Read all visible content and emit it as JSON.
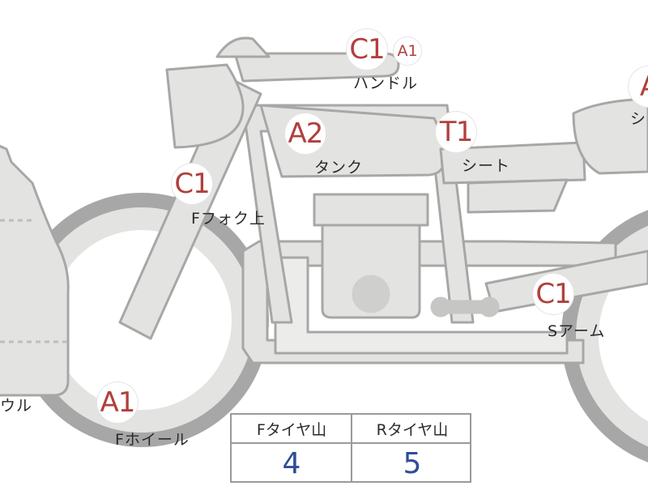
{
  "markers": {
    "handle": "C1",
    "handle_small": "A1",
    "tank": "A2",
    "fork": "C1",
    "seat": "T1",
    "swingarm": "C1",
    "front_wheel": "A1",
    "right_edge": "A"
  },
  "labels": {
    "handle": "ハンドル",
    "tank": "タンク",
    "seat": "シート",
    "fork": "Fフォク上",
    "swingarm": "Sアーム",
    "front_wheel": "Fホイール",
    "cowl_partial": "ウル",
    "right_partial": "シ"
  },
  "tread_table": {
    "headers": [
      "Fタイヤ山",
      "Rタイヤ山"
    ],
    "values": [
      "4",
      "5"
    ]
  },
  "colors": {
    "part_fill": "#e3e3e1",
    "part_stroke": "#a7a7a7",
    "marker_text": "#b0403c",
    "value_text": "#2f4d96"
  }
}
